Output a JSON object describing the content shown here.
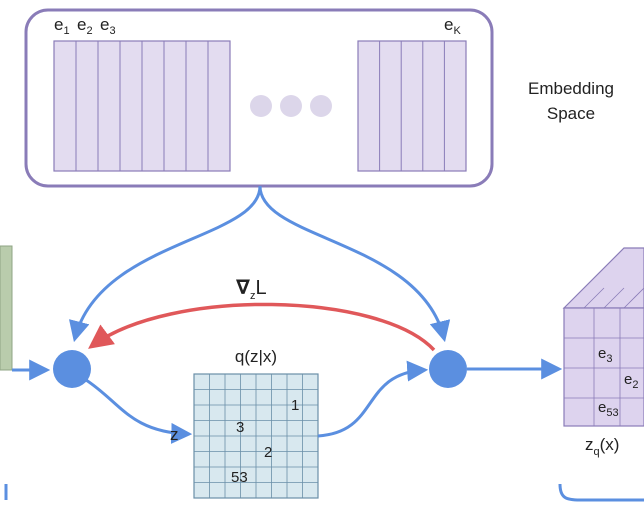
{
  "colors": {
    "embedding_fill": "#e3dcf0",
    "embedding_stroke": "#8a7cb8",
    "panel_stroke": "#8a7cb8",
    "arrow_blue": "#5b8fe0",
    "arrow_red": "#e0585a",
    "node_fill": "#5b8fe0",
    "grid_fill": "#d8e8ef",
    "grid_stroke": "#6a8fa8",
    "encoder_fill": "#b9ccac",
    "cube_fill": "#ddd3ee"
  },
  "embedding": {
    "e1": "e",
    "e1_sub": "1",
    "e2": "e",
    "e2_sub": "2",
    "e3": "e",
    "e3_sub": "3",
    "ek": "e",
    "ek_sub": "K",
    "title_line1": "Embedding",
    "title_line2": "Space"
  },
  "gradient": {
    "label": "∇",
    "sub": "z",
    "tail": "L"
  },
  "grid": {
    "title": "q(z|x)",
    "z_label": "z",
    "values": [
      "1",
      "3",
      "2",
      "53"
    ]
  },
  "cube": {
    "labels": [
      {
        "base": "e",
        "sub": "3"
      },
      {
        "base": "e",
        "sub": "2"
      },
      {
        "base": "e",
        "sub": "53"
      }
    ],
    "caption": "z",
    "caption_sub": "q",
    "caption_tail": "(x)"
  }
}
